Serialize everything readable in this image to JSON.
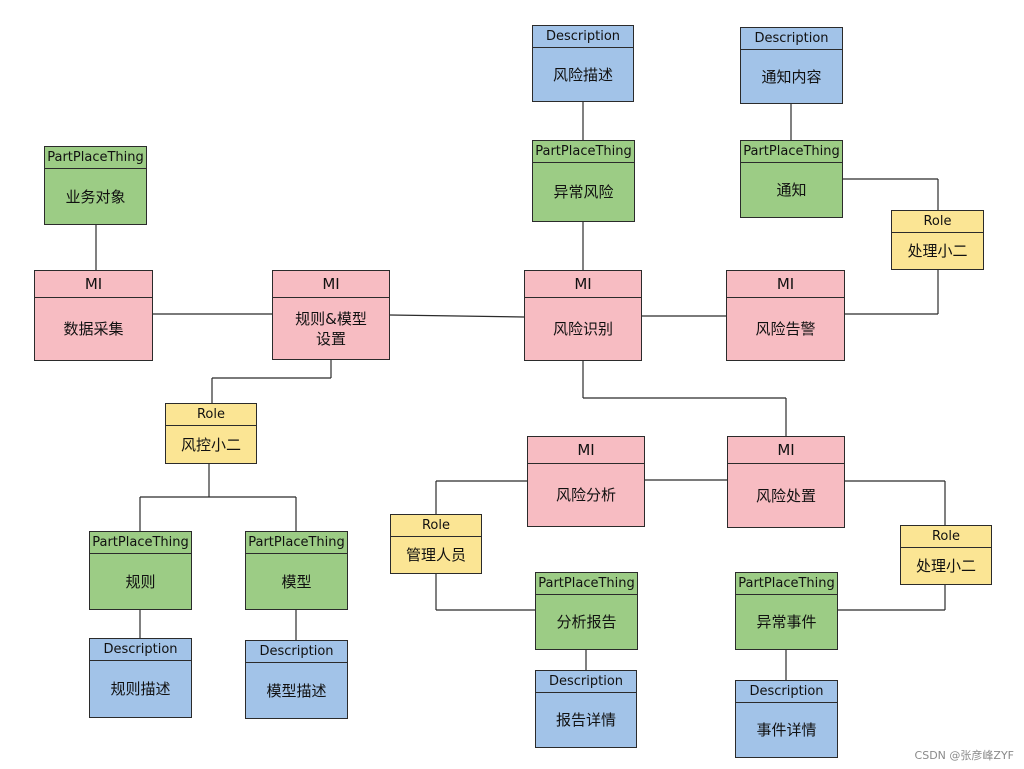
{
  "header_labels": {
    "mi": "MI",
    "part_place_thing": "PartPlaceThing",
    "description": "Description",
    "role": "Role"
  },
  "nodes": {
    "desc_risk_desc": "风险描述",
    "desc_notice_content": "通知内容",
    "ppt_business_object": "业务对象",
    "ppt_abnormal_risk": "异常风险",
    "ppt_notice": "通知",
    "role_handler_top": "处理小二",
    "mi_data_collection": "数据采集",
    "mi_rule_model_setting": "规则&模型设置",
    "mi_risk_identification": "风险识别",
    "mi_risk_alert": "风险告警",
    "role_risk_control": "风控小二",
    "mi_risk_analysis": "风险分析",
    "mi_risk_disposal": "风险处置",
    "role_manager": "管理人员",
    "role_handler_bottom": "处理小二",
    "ppt_rule": "规则",
    "ppt_model": "模型",
    "ppt_analysis_report": "分析报告",
    "ppt_abnormal_event": "异常事件",
    "desc_rule_desc": "规则描述",
    "desc_model_desc": "模型描述",
    "desc_report_detail": "报告详情",
    "desc_event_detail": "事件详情"
  },
  "watermark": "CSDN @张彦峰ZYF"
}
